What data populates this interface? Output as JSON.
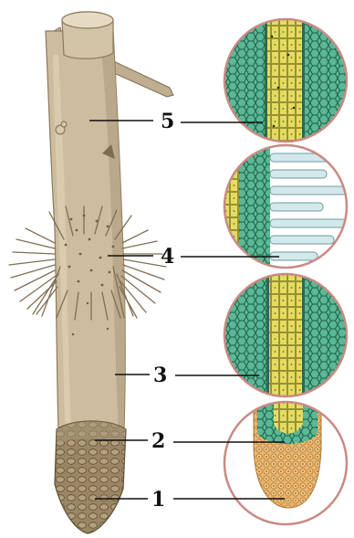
{
  "labels": [
    {
      "id": "zone-5",
      "number": "5"
    },
    {
      "id": "zone-4",
      "number": "4"
    },
    {
      "id": "zone-3",
      "number": "3"
    },
    {
      "id": "zone-2",
      "number": "2"
    },
    {
      "id": "zone-1",
      "number": "1"
    }
  ],
  "colors": {
    "root": "#c9b89a",
    "root_shadow": "#a8977a",
    "root_hair": "#8a7a5e",
    "root_cap": "#8d7a5a",
    "circle_border": "#c98a84",
    "cell_green": "#4fae8c",
    "cell_yellow": "#e7dc5a",
    "cell_orange": "#e9b36b",
    "hair_cell": "#cfe6e9"
  }
}
